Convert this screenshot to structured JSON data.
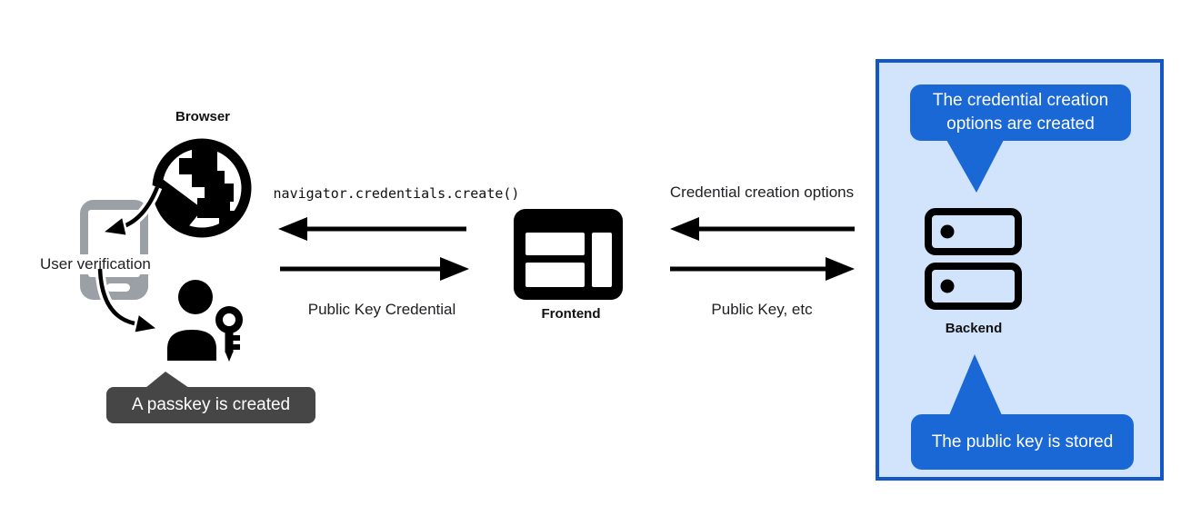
{
  "nodes": {
    "browser": {
      "label": "Browser",
      "icon": "globe-icon"
    },
    "user_verification": {
      "label": "User verification",
      "icon": "smartphone-icon"
    },
    "user": {
      "icon": "person-key-icon"
    },
    "frontend": {
      "label": "Frontend",
      "icon": "browser-window-icon"
    },
    "backend": {
      "label": "Backend",
      "icon": "server-icon"
    }
  },
  "messages": {
    "frontend_to_browser": "navigator.credentials.create()",
    "browser_to_frontend": "Public Key Credential",
    "backend_to_frontend": "Credential creation options",
    "frontend_to_backend": "Public Key, etc"
  },
  "callouts": {
    "passkey_created": "A passkey is created",
    "options_created": "The credential creation options are created",
    "public_key_stored": "The public key is stored"
  },
  "colors": {
    "bubble_blue": "#1a67d6",
    "panel_fill": "#d2e3fc",
    "panel_border": "#1257c4",
    "tooltip_gray": "#464646",
    "phone_gray": "#9aa0a6",
    "ink": "#000000"
  }
}
